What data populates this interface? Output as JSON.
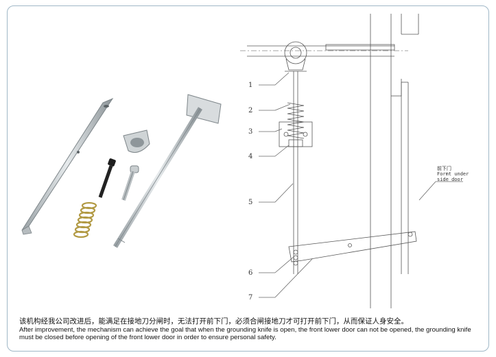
{
  "diagram": {
    "part_labels": [
      "1",
      "2",
      "3",
      "4",
      "5",
      "6",
      "7"
    ],
    "door_label_cn": "前下门",
    "door_label_en_line1": "Formt under",
    "door_label_en_line2": "side door"
  },
  "caption": {
    "chinese": "该机构经我公司改进后，能满足在接地刀分闸时，无法打开前下门，必须合闸接地刀才可打开前下门，从而保证人身安全。",
    "english": "After improvement, the mechanism can achieve the goal that when the grounding knife is open, the front lower door can not be opened, the grounding knife must be closed before opening of the front lower door in order to ensure personal safety."
  }
}
